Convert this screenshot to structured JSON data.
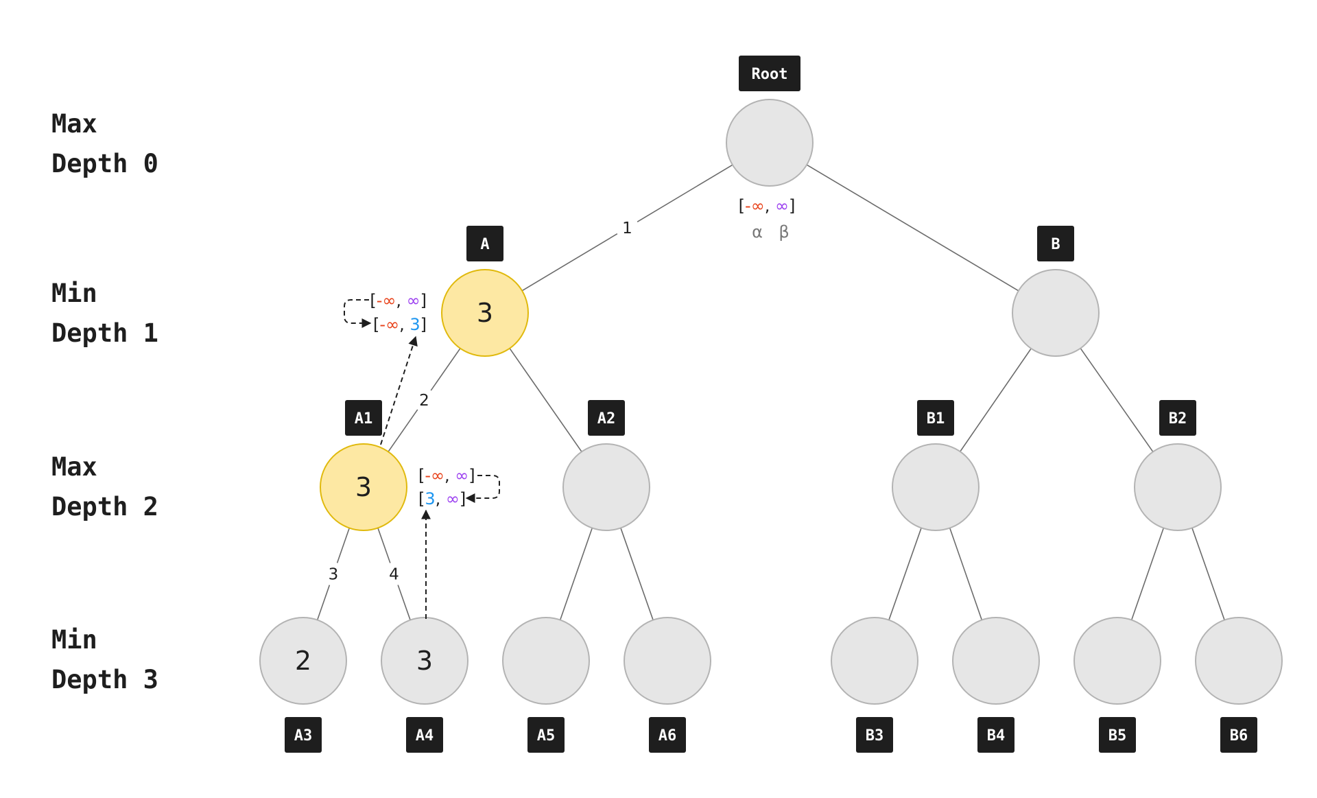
{
  "levels": [
    {
      "role": "Max",
      "depth": "Depth 0"
    },
    {
      "role": "Min",
      "depth": "Depth 1"
    },
    {
      "role": "Max",
      "depth": "Depth 2"
    },
    {
      "role": "Min",
      "depth": "Depth 3"
    }
  ],
  "nodes": [
    {
      "id": "Root",
      "label": "Root",
      "value": "",
      "highlight": false
    },
    {
      "id": "A",
      "label": "A",
      "value": "3",
      "highlight": true
    },
    {
      "id": "B",
      "label": "B",
      "value": "",
      "highlight": false
    },
    {
      "id": "A1",
      "label": "A1",
      "value": "3",
      "highlight": true
    },
    {
      "id": "A2",
      "label": "A2",
      "value": "",
      "highlight": false
    },
    {
      "id": "B1",
      "label": "B1",
      "value": "",
      "highlight": false
    },
    {
      "id": "B2",
      "label": "B2",
      "value": "",
      "highlight": false
    },
    {
      "id": "A3",
      "label": "A3",
      "value": "2",
      "highlight": false
    },
    {
      "id": "A4",
      "label": "A4",
      "value": "3",
      "highlight": false
    },
    {
      "id": "A5",
      "label": "A5",
      "value": "",
      "highlight": false
    },
    {
      "id": "A6",
      "label": "A6",
      "value": "",
      "highlight": false
    },
    {
      "id": "B3",
      "label": "B3",
      "value": "",
      "highlight": false
    },
    {
      "id": "B4",
      "label": "B4",
      "value": "",
      "highlight": false
    },
    {
      "id": "B5",
      "label": "B5",
      "value": "",
      "highlight": false
    },
    {
      "id": "B6",
      "label": "B6",
      "value": "",
      "highlight": false
    }
  ],
  "edges": [
    {
      "from": "Root",
      "to": "A",
      "order": "1"
    },
    {
      "from": "Root",
      "to": "B",
      "order": ""
    },
    {
      "from": "A",
      "to": "A1",
      "order": "2"
    },
    {
      "from": "A",
      "to": "A2",
      "order": ""
    },
    {
      "from": "B",
      "to": "B1",
      "order": ""
    },
    {
      "from": "B",
      "to": "B2",
      "order": ""
    },
    {
      "from": "A1",
      "to": "A3",
      "order": "3"
    },
    {
      "from": "A1",
      "to": "A4",
      "order": "4"
    },
    {
      "from": "A2",
      "to": "A5",
      "order": ""
    },
    {
      "from": "A2",
      "to": "A6",
      "order": ""
    },
    {
      "from": "B1",
      "to": "B3",
      "order": ""
    },
    {
      "from": "B1",
      "to": "B4",
      "order": ""
    },
    {
      "from": "B2",
      "to": "B5",
      "order": ""
    },
    {
      "from": "B2",
      "to": "B6",
      "order": ""
    }
  ],
  "root_bounds": {
    "open": "[",
    "alpha": "-∞",
    "sep": ", ",
    "beta": "∞",
    "close": "]",
    "alpha_name": "α",
    "beta_name": "β"
  },
  "a_bounds": {
    "before": {
      "open": "[",
      "alpha": "-∞",
      "sep": ", ",
      "beta": "∞",
      "close": "]"
    },
    "after": {
      "open": "[",
      "alpha": "-∞",
      "sep": ", ",
      "beta": "3",
      "close": "]"
    }
  },
  "a1_bounds": {
    "before": {
      "open": "[",
      "alpha": "-∞",
      "sep": ", ",
      "beta": "∞",
      "close": "]"
    },
    "after": {
      "open": "[",
      "alpha": "3",
      "sep": ", ",
      "beta": "∞",
      "close": "]"
    }
  },
  "colors": {
    "node_fill": "#e6e6e6",
    "node_stroke": "#b3b3b3",
    "highlight_fill": "#fde8a3",
    "highlight_stroke": "#e0b90c",
    "tag_fill": "#1e1e1e",
    "tag_text": "#ffffff",
    "edge": "#6b6b6b",
    "neg_inf": "#e8421a",
    "pos_inf": "#9b3ff0",
    "updated_value": "#1e96f0",
    "text": "#1e1e1e",
    "muted": "#777777"
  }
}
